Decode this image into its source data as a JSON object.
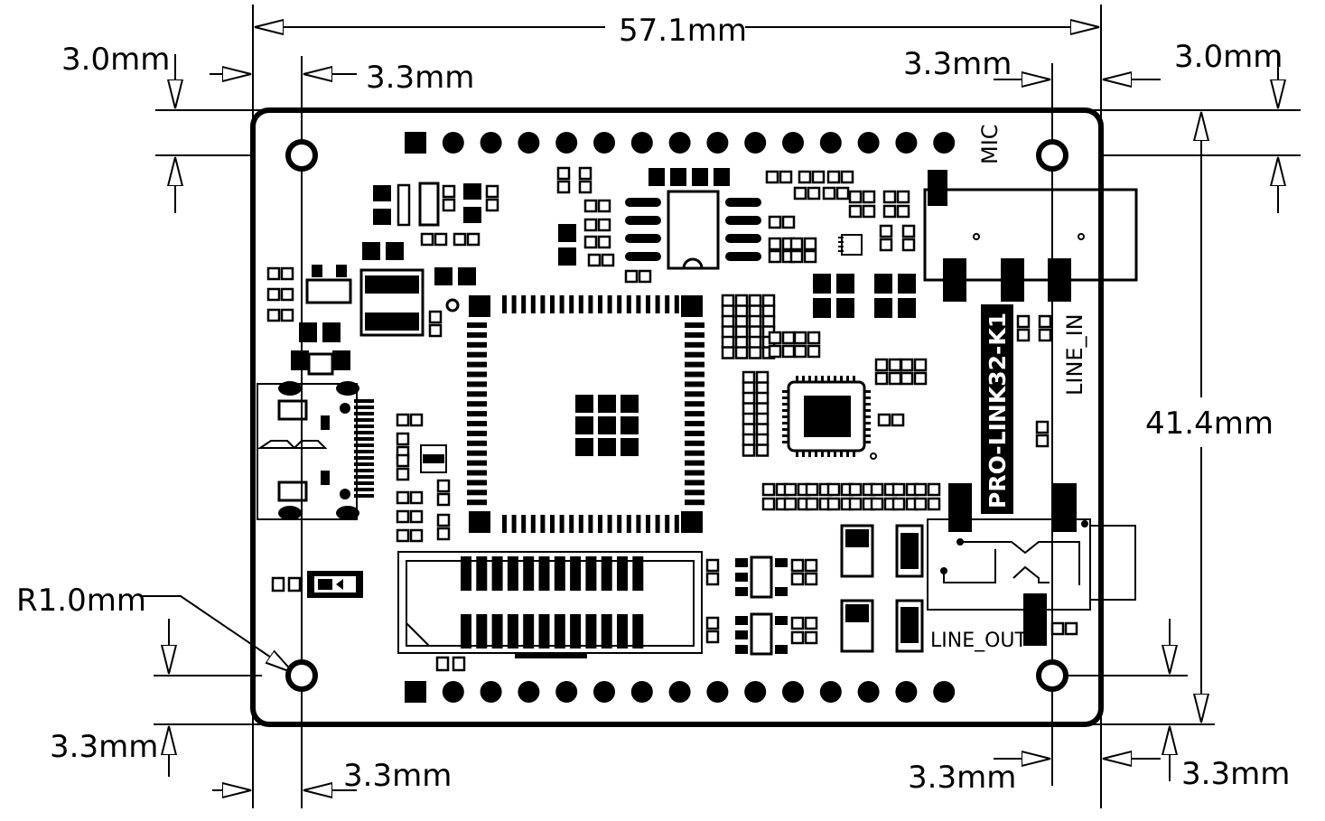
{
  "dimensions": {
    "board_width": "57.1mm",
    "board_height": "41.4mm",
    "corner_radius": "R1.0mm",
    "top_left_x_offset": "3.0mm",
    "top_left_hole_x": "3.3mm",
    "top_right_hole_x": "3.3mm",
    "top_right_y_offset": "3.0mm",
    "bottom_left_y_offset": "3.3mm",
    "bottom_left_hole_x": "3.3mm",
    "bottom_right_hole_x": "3.3mm",
    "bottom_right_y_offset": "3.3mm"
  },
  "silkscreen": {
    "board_name": "PRO-LINK32-K1",
    "mic_label": "MIC",
    "line_in_label": "LINE_IN",
    "line_out_label": "LINE_OUT"
  },
  "colors": {
    "ink": "#000000",
    "background": "#ffffff"
  }
}
